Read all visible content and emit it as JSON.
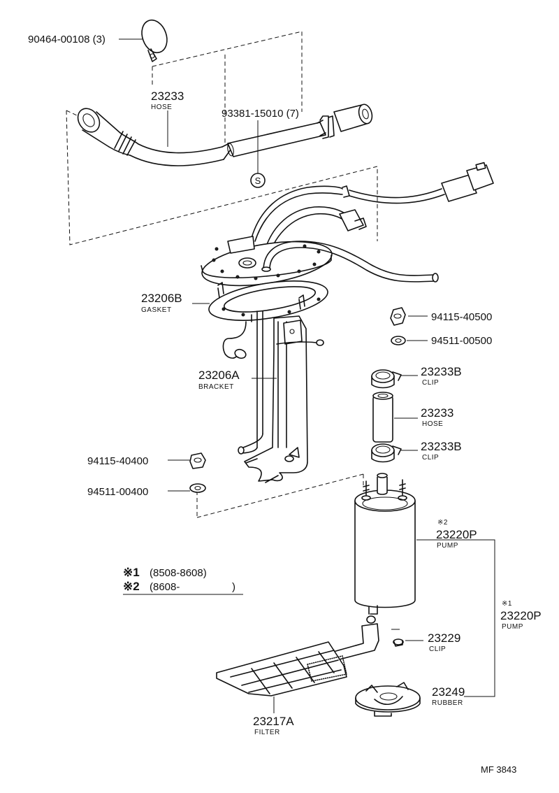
{
  "parts": {
    "band_clip": {
      "number": "90464-00108 (3)"
    },
    "hose_top": {
      "number": "23233",
      "name": "HOSE"
    },
    "hose_clamp": {
      "number": "93381-15010 (7)",
      "mark": "S"
    },
    "gasket": {
      "number": "23206B",
      "name": "GASKET"
    },
    "bracket": {
      "number": "23206A",
      "name": "BRACKET"
    },
    "nut_top": {
      "number": "94115-40500"
    },
    "washer_top": {
      "number": "94511-00500"
    },
    "clip_upper": {
      "number": "23233B",
      "name": "CLIP"
    },
    "hose_short": {
      "number": "23233",
      "name": "HOSE"
    },
    "clip_lower": {
      "number": "23233B",
      "name": "CLIP"
    },
    "nut_left": {
      "number": "94115-40400"
    },
    "washer_left": {
      "number": "94511-00400"
    },
    "pump_2": {
      "ref": "※2",
      "number": "23220P",
      "name": "PUMP"
    },
    "pump_1": {
      "ref": "※1",
      "number": "23220P",
      "name": "PUMP"
    },
    "clip_filter": {
      "number": "23229",
      "name": "CLIP"
    },
    "rubber": {
      "number": "23249",
      "name": "RUBBER"
    },
    "filter": {
      "number": "23217A",
      "name": "FILTER"
    }
  },
  "legend": [
    {
      "mark": "※1",
      "range": "(8508-8608)"
    },
    {
      "mark": "※2",
      "range": "(8608-"
    }
  ],
  "legend_close": ")",
  "reference_code": "MF 3843"
}
